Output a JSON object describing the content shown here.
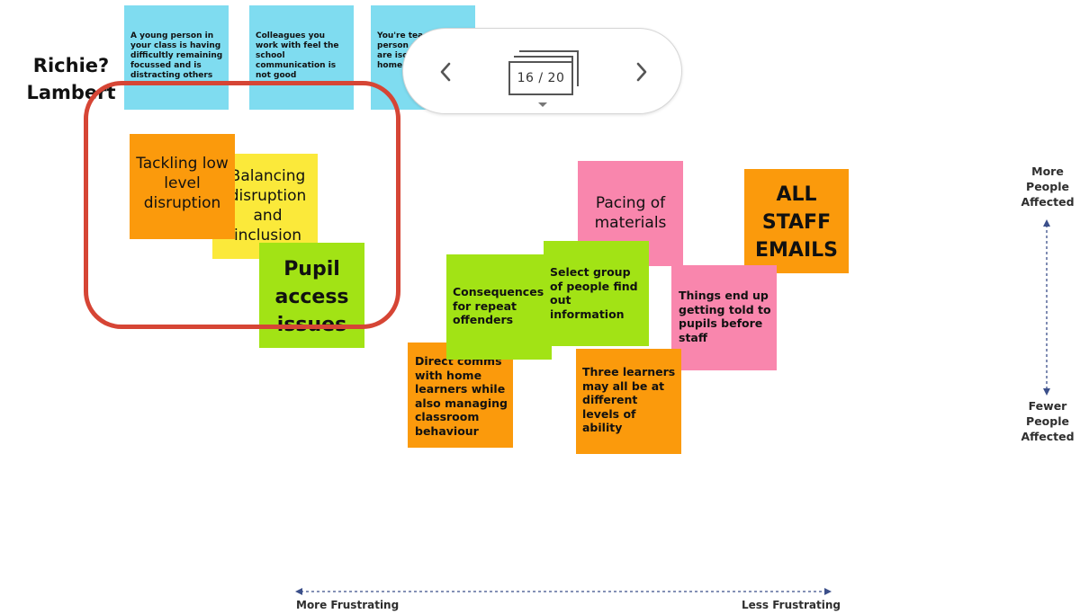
{
  "pager": {
    "counter": "16 / 20"
  },
  "names": {
    "line1": "Richie?",
    "line2": "Lambert"
  },
  "notes": {
    "blue1": "A young person in your class is having difficultly remaining focussed and is distracting others",
    "blue2": "Colleagues you work with feel the school communication is not good",
    "blue3": "You're teaching in person and there are isolating at home",
    "tackling": "Tackling low level disruption",
    "balancing": "Balancing disruption and inclusion",
    "pupil_access": "Pupil access issues",
    "pacing": "Pacing of materials",
    "all_staff": "ALL STAFF EMAILS",
    "consequences": "Consequences for repeat offenders",
    "select_group": "Select group of people find out information",
    "things_end_up": "Things end up getting told to pupils before staff",
    "direct_comms": "Direct comms with home learners while also managing classroom behaviour",
    "three_learners": "Three learners may all be at different levels of ability"
  },
  "axes": {
    "y_top": "More People Affected",
    "y_bottom": "Fewer People Affected",
    "x_left": "More Frustrating",
    "x_right": "Less Frustrating"
  },
  "colors": {
    "blue_note": "#7fdcf0",
    "orange_note": "#fb9a0c",
    "yellow_note": "#fbe93a",
    "green_note": "#a2e315",
    "pink_note": "#f986ad",
    "highlight_outline": "#d64535",
    "axis_arrow": "#3b4f8a"
  },
  "icons": {
    "prev": "chevron-left-icon",
    "next": "chevron-right-icon",
    "counter": "slide-stack-icon"
  }
}
